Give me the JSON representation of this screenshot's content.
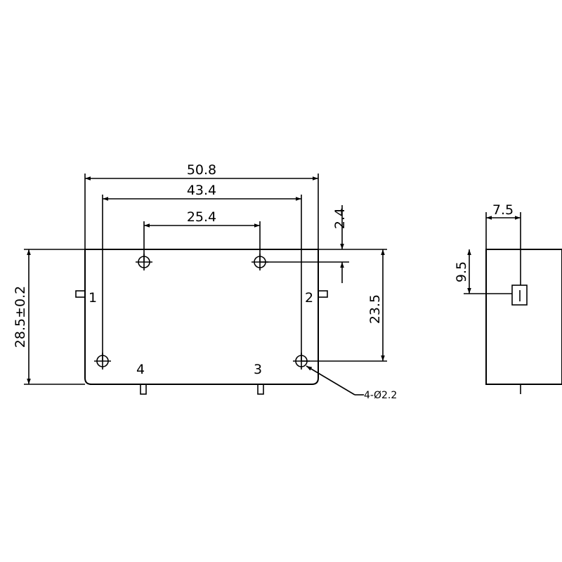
{
  "front_view": {
    "dims": {
      "overall_width": "50.8",
      "hole_span_outer": "43.4",
      "hole_span_inner": "25.4",
      "hole_offset_top": "2.4",
      "height": "28.5±0.2",
      "hole_span_vertical": "23.5",
      "hole_callout": "4-Ø2.2"
    },
    "pins": [
      "1",
      "2",
      "3",
      "4"
    ]
  },
  "side_view": {
    "dims": {
      "pin_offset_x": "7.5",
      "pin_offset_y": "9.5"
    }
  }
}
